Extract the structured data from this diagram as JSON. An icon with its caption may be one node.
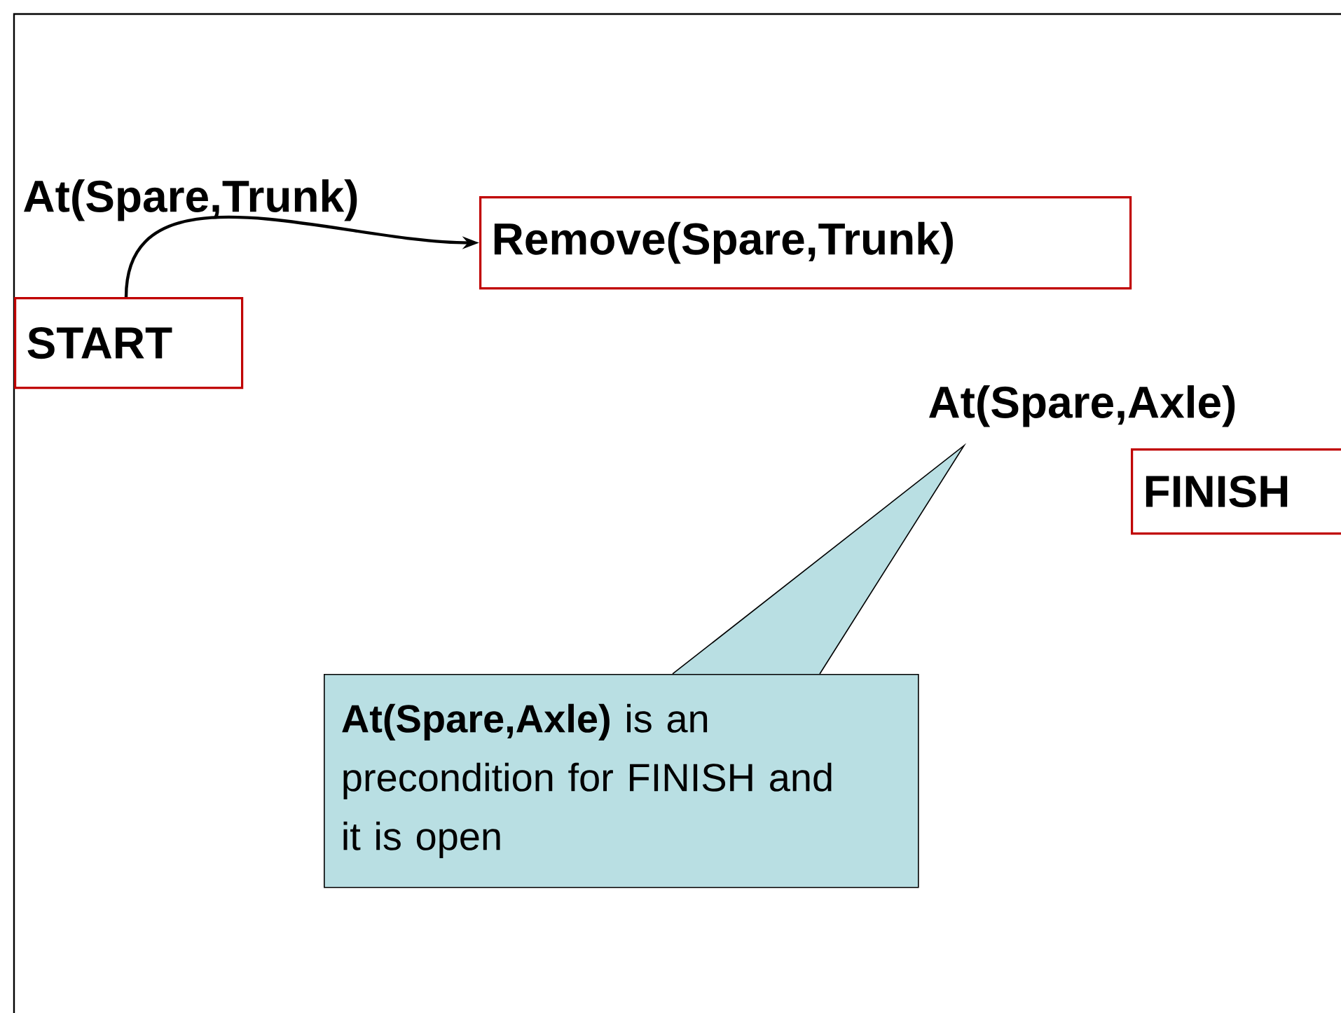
{
  "diagram": {
    "nodes": [
      {
        "text": [
          "START"
        ],
        "beside": [
          "At(Spare,Trunk)"
        ]
      },
      {
        "text": [
          "Remove(Spare,Trunk)"
        ]
      },
      {
        "text": [
          "FINISH"
        ],
        "beside": [
          "At(Spare,Axle)"
        ]
      },
      {
        "text": [
          "**At(Spare,Axle)** is an precondition for FINISH and it is open"
        ]
      }
    ],
    "edges": [
      {
        "from": 0,
        "to": 1,
        "arrow": "to"
      }
    ]
  }
}
